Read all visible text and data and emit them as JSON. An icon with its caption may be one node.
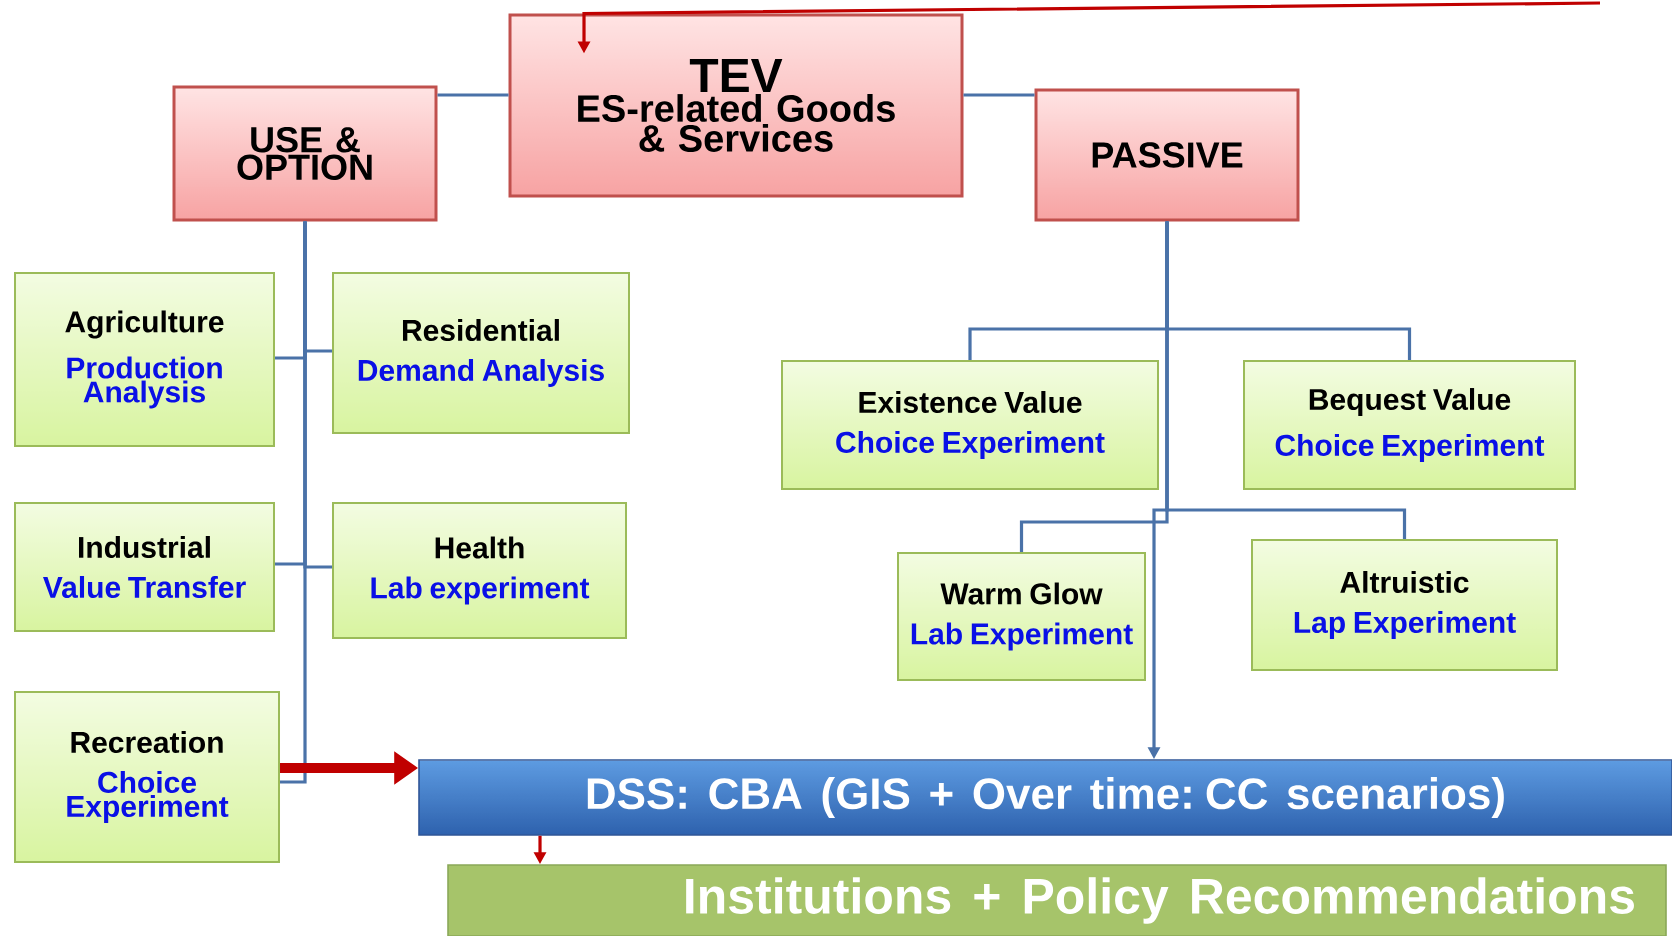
{
  "diagram": {
    "nodes": [
      {
        "text": [
          "TEV",
          "ES-related Goods & Services"
        ]
      },
      {
        "text": [
          "USE & OPTION"
        ]
      },
      {
        "text": [
          "PASSIVE"
        ]
      },
      {
        "text": [
          "Agriculture",
          "Production Analysis"
        ]
      },
      {
        "text": [
          "Residential",
          "Demand  Analysis"
        ]
      },
      {
        "text": [
          "Industrial",
          "Value Transfer"
        ]
      },
      {
        "text": [
          "Health",
          "Lab experiment"
        ]
      },
      {
        "text": [
          "Recreation",
          "Choice Experiment"
        ]
      },
      {
        "text": [
          "Existence Value",
          "Choice Experiment"
        ]
      },
      {
        "text": [
          "Bequest Value",
          "Choice Experiment"
        ]
      },
      {
        "text": [
          "Warm Glow",
          "Lab Experiment"
        ]
      },
      {
        "text": [
          "Altruistic",
          "Lap Experiment"
        ]
      },
      {
        "text": [
          "DSS: CBA (GIS + Over time: CC scenarios)"
        ]
      },
      {
        "text": [
          "Institutions + Policy Recommendations"
        ]
      }
    ],
    "edges": [
      {
        "from": 0,
        "to": 1,
        "arrow": "none"
      },
      {
        "from": 0,
        "to": 2,
        "arrow": "none"
      },
      {
        "from": 1,
        "to": 3,
        "arrow": "none"
      },
      {
        "from": 1,
        "to": 4,
        "arrow": "none"
      },
      {
        "from": 1,
        "to": 5,
        "arrow": "none"
      },
      {
        "from": 1,
        "to": 6,
        "arrow": "none"
      },
      {
        "from": 1,
        "to": 7,
        "arrow": "none"
      },
      {
        "from": 7,
        "to": 12,
        "arrow": "to",
        "style": "thick",
        "color": "#c00000"
      },
      {
        "from": 2,
        "to": 8,
        "arrow": "none"
      },
      {
        "from": 2,
        "to": 9,
        "arrow": "none"
      },
      {
        "from": 2,
        "to": 10,
        "arrow": "none"
      },
      {
        "from": 2,
        "to": 11,
        "arrow": "none"
      },
      {
        "from": 2,
        "to": 12,
        "arrow": "to"
      },
      {
        "from": 12,
        "to": 13,
        "arrow": "to",
        "color": "#c00000"
      },
      {
        "from": null,
        "to": 0,
        "arrow": "to",
        "color": "#c00000"
      }
    ]
  }
}
